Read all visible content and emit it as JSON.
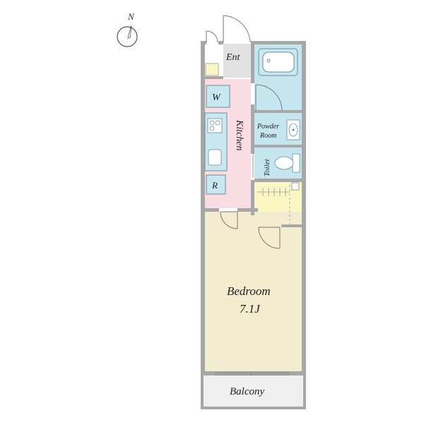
{
  "compass": {
    "north_label": "N",
    "icon": "north-arrow-icon"
  },
  "rooms": {
    "entrance": "Ent",
    "kitchen": "Kitchen",
    "washer": "W",
    "refrigerator": "R",
    "powder_room_line1": "Powder",
    "powder_room_line2": "Room",
    "toilet": "Toilet",
    "bedroom": "Bedroom",
    "bedroom_size": "7.1J",
    "balcony": "Balcony"
  },
  "colors": {
    "wall": "#a7a7a7",
    "entrance_floor": "#e2e2e2",
    "kitchen_floor": "#f9dde2",
    "wet_area": "#c5e6ee",
    "closet": "#fbf7c4",
    "bedroom_floor": "#f3eccf",
    "balcony_floor": "#f0f0f0",
    "appliance_box": "#c9e7f0"
  },
  "icons": {
    "bathtub": "bathtub-icon",
    "stove": "stove-icon",
    "sink": "sink-icon",
    "washbasin": "washbasin-icon",
    "toilet": "toilet-icon",
    "shoe_box": "shoe-box-icon"
  }
}
